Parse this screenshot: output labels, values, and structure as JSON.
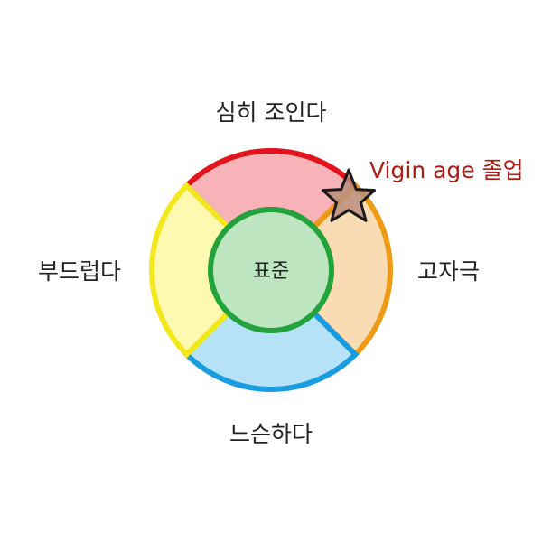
{
  "labels": {
    "top": "심히 조인다",
    "left": "부드럽다",
    "right": "고자극",
    "bottom": "느슨하다",
    "center": "표준",
    "marker": "Vigin age 졸업"
  },
  "colors": {
    "top_fill": "#f7b3b8",
    "top_stroke": "#e3121c",
    "right_fill": "#fadcb4",
    "right_stroke": "#ee9a14",
    "bottom_fill": "#b5e2f7",
    "bottom_stroke": "#1a9ce0",
    "left_fill": "#fdf9b0",
    "left_stroke": "#f3e81c",
    "center_fill": "#bde6c0",
    "center_stroke": "#22a33c",
    "marker_text": "#b01c13",
    "star_fill": "#b98f7e",
    "star_stroke": "#1a1a1a"
  },
  "icons": {
    "marker": "star-icon"
  }
}
